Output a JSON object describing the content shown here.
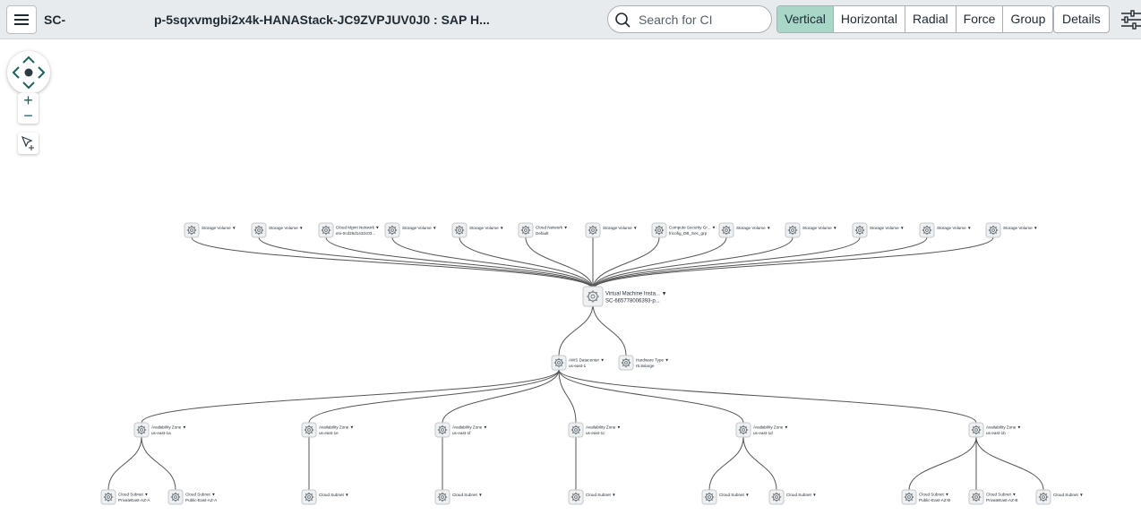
{
  "header": {
    "title_prefix": "SC-",
    "title_main": "p-5sqxvmgbi2x4k-HANAStack-JC9ZVPJUV0J0 : SAP H...",
    "search_placeholder": "Search for CI",
    "views": [
      {
        "label": "Vertical",
        "active": true
      },
      {
        "label": "Horizontal",
        "active": false
      },
      {
        "label": "Radial",
        "active": false
      },
      {
        "label": "Force",
        "active": false
      },
      {
        "label": "Group",
        "active": false
      }
    ],
    "details_label": "Details"
  },
  "graph": {
    "nodes": [
      {
        "id": "sv1",
        "line1": "Storage Volume"
      },
      {
        "id": "sv2",
        "line1": "Storage Volume"
      },
      {
        "id": "cmn",
        "line1": "Cloud Mgmt Network",
        "line2": "eni-0cd26d1432c03..."
      },
      {
        "id": "sv3",
        "line1": "Storage Volume"
      },
      {
        "id": "sv4",
        "line1": "Storage Volume"
      },
      {
        "id": "cn",
        "line1": "Cloud Network",
        "line2": "Default"
      },
      {
        "id": "sv5",
        "line1": "Storage Volume"
      },
      {
        "id": "csg",
        "line1": "Compute Security Gr...",
        "line2": "fricofig_DB_Sec_grp"
      },
      {
        "id": "sv6",
        "line1": "Storage Volume"
      },
      {
        "id": "sv7",
        "line1": "Storage Volume"
      },
      {
        "id": "sv8",
        "line1": "Storage Volume"
      },
      {
        "id": "sv9",
        "line1": "Storage Volume"
      },
      {
        "id": "sv10",
        "line1": "Storage Volume"
      },
      {
        "id": "vm",
        "line1": "Virtual Machine Insta...",
        "line2": "SC-665778006393-p..."
      },
      {
        "id": "dc",
        "line1": "AWS Datacenter",
        "line2": "us-east-1"
      },
      {
        "id": "hw",
        "line1": "Hardware Type",
        "line2": "r5.8xlarge"
      },
      {
        "id": "az1",
        "line1": "Availability Zone",
        "line2": "us-east-1a"
      },
      {
        "id": "az2",
        "line1": "Availability Zone",
        "line2": "us-east-1e"
      },
      {
        "id": "az3",
        "line1": "Availability Zone",
        "line2": "us-east-1f"
      },
      {
        "id": "az4",
        "line1": "Availability Zone",
        "line2": "us-east-1c"
      },
      {
        "id": "az5",
        "line1": "Availability Zone",
        "line2": "us-east-1d"
      },
      {
        "id": "az6",
        "line1": "Availability Zone",
        "line2": "us-east-1b"
      },
      {
        "id": "cs1",
        "line1": "Cloud Subnet",
        "line2": "PrivateEast-AZ-A"
      },
      {
        "id": "cs2",
        "line1": "Cloud Subnet",
        "line2": "Public-East-AZ-A"
      },
      {
        "id": "cs3",
        "line1": "Cloud Subnet"
      },
      {
        "id": "cs4",
        "line1": "Cloud Subnet"
      },
      {
        "id": "cs5",
        "line1": "Cloud Subnet"
      },
      {
        "id": "cs6",
        "line1": "Cloud Subnet"
      },
      {
        "id": "cs7",
        "line1": "Cloud Subnet"
      },
      {
        "id": "cs8",
        "line1": "Cloud Subnet",
        "line2": "Public-East-AZ-B"
      },
      {
        "id": "cs9",
        "line1": "Cloud Subnet",
        "line2": "PrivateEast-AZ-B"
      },
      {
        "id": "cs10",
        "line1": "Cloud Subnet"
      }
    ],
    "edges": [
      [
        "sv1",
        "vm"
      ],
      [
        "sv2",
        "vm"
      ],
      [
        "cmn",
        "vm"
      ],
      [
        "sv3",
        "vm"
      ],
      [
        "sv4",
        "vm"
      ],
      [
        "cn",
        "vm"
      ],
      [
        "sv5",
        "vm"
      ],
      [
        "csg",
        "vm"
      ],
      [
        "sv6",
        "vm"
      ],
      [
        "sv7",
        "vm"
      ],
      [
        "sv8",
        "vm"
      ],
      [
        "sv9",
        "vm"
      ],
      [
        "sv10",
        "vm"
      ],
      [
        "vm",
        "dc"
      ],
      [
        "vm",
        "hw"
      ],
      [
        "dc",
        "az1"
      ],
      [
        "dc",
        "az2"
      ],
      [
        "dc",
        "az3"
      ],
      [
        "dc",
        "az4"
      ],
      [
        "dc",
        "az5"
      ],
      [
        "dc",
        "az6"
      ],
      [
        "az1",
        "cs1"
      ],
      [
        "az1",
        "cs2"
      ],
      [
        "az2",
        "cs3"
      ],
      [
        "az3",
        "cs4"
      ],
      [
        "az4",
        "cs5"
      ],
      [
        "az5",
        "cs6"
      ],
      [
        "az5",
        "cs7"
      ],
      [
        "az6",
        "cs8"
      ],
      [
        "az6",
        "cs9"
      ],
      [
        "az6",
        "cs10"
      ]
    ],
    "caret": "▼"
  }
}
